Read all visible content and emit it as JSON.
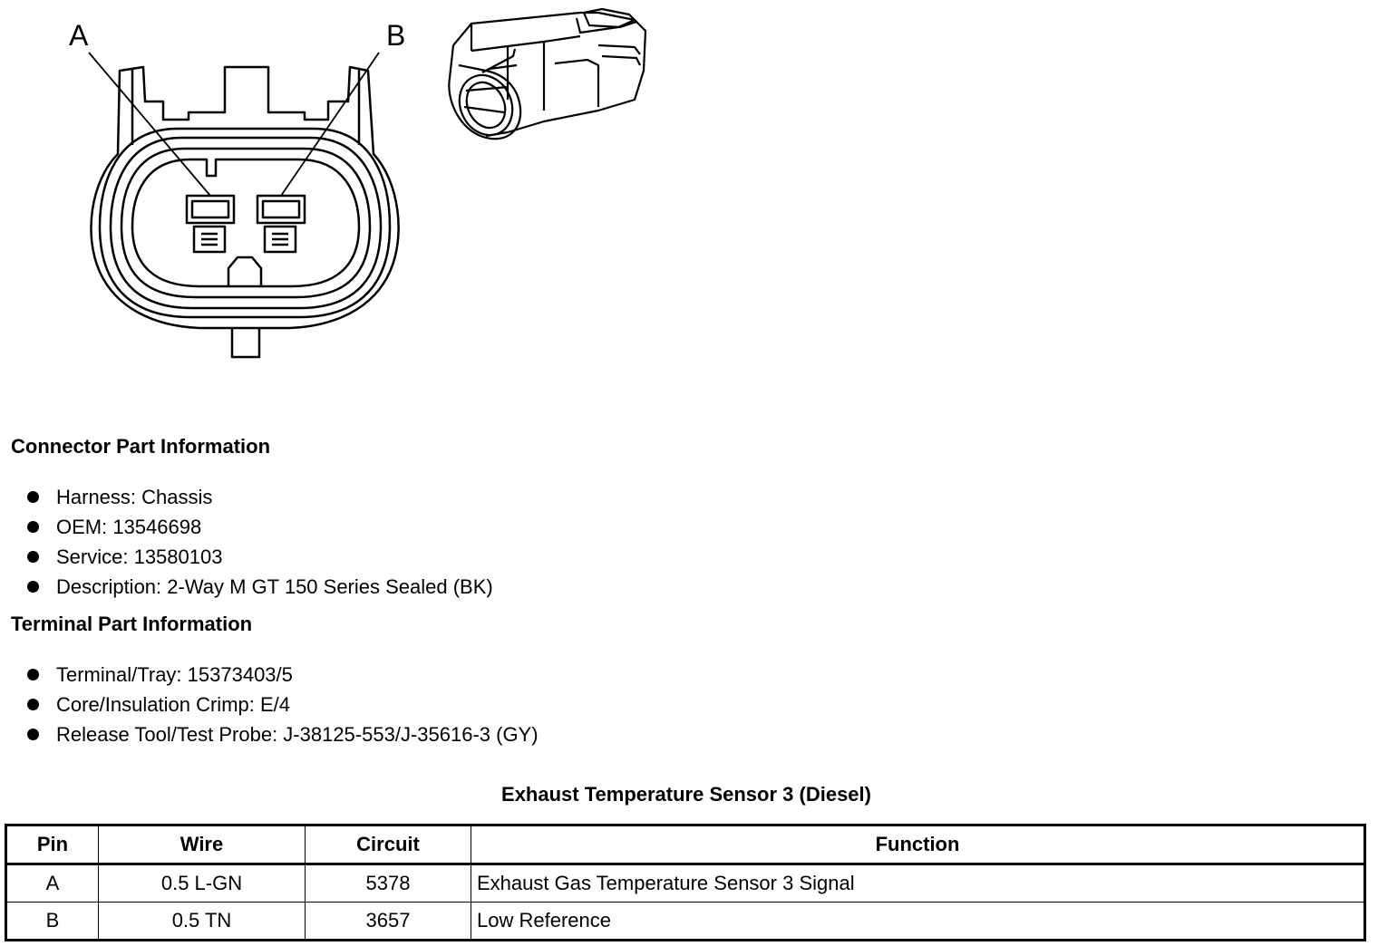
{
  "diagram": {
    "pin_labels": [
      "A",
      "B"
    ]
  },
  "connector_info": {
    "heading": "Connector Part Information",
    "items": [
      "Harness: Chassis",
      "OEM: 13546698",
      "Service: 13580103",
      "Description: 2-Way M GT 150 Series Sealed (BK)"
    ]
  },
  "terminal_info": {
    "heading": "Terminal Part Information",
    "items": [
      "Terminal/Tray: 15373403/5",
      "Core/Insulation Crimp: E/4",
      "Release Tool/Test Probe: J-38125-553/J-35616-3 (GY)"
    ]
  },
  "table": {
    "title": "Exhaust Temperature Sensor 3 (Diesel)",
    "headers": [
      "Pin",
      "Wire",
      "Circuit",
      "Function"
    ],
    "rows": [
      [
        "A",
        "0.5 L-GN",
        "5378",
        "Exhaust Gas Temperature Sensor 3 Signal"
      ],
      [
        "B",
        "0.5 TN",
        "3657",
        "Low Reference"
      ]
    ]
  }
}
